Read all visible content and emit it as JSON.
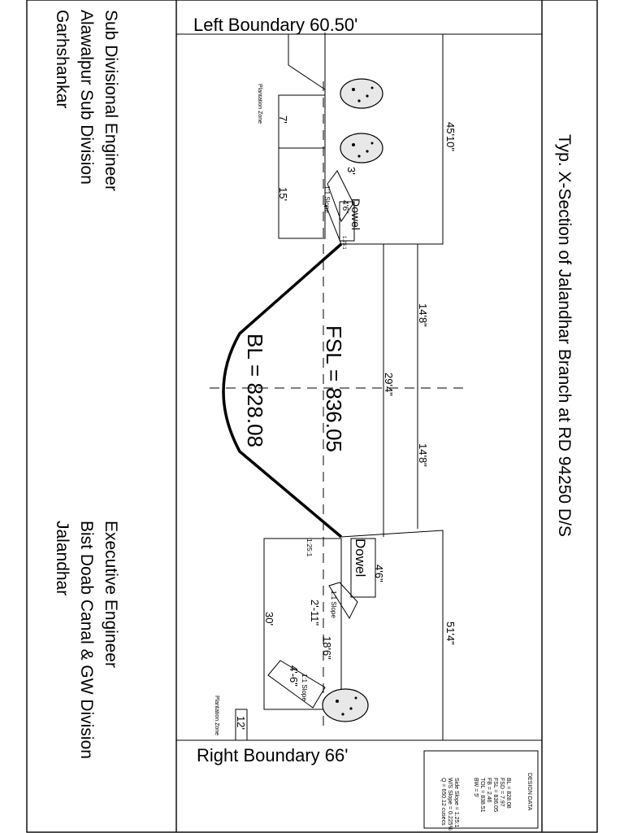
{
  "drawing": {
    "title": "Typ. X-Section of Jalandhar Branch at RD 94250 D/S",
    "left_boundary": "Left Boundary 60.50'",
    "right_boundary": "Right Boundary 66'",
    "fsl_label": "FSL = 836.05",
    "bl_label": "BL = 828.08",
    "left_bank": {
      "plantation_zone": "Plantation Zone",
      "dim_7": "7'",
      "dim_15": "15'",
      "dim_3": "3'",
      "dim_4_6": "4'6\"",
      "slope_1_1": "1:1 Slope",
      "slope_1_25": "1.25:1",
      "dowel": "Dowel",
      "width_total": "45'10\""
    },
    "bed": {
      "half_top_1": "14'8\"",
      "full_top": "29'4\"",
      "half_top_2": "14'8\""
    },
    "right_bank": {
      "slope_1_25": "1:25:1",
      "dowel": "Dowel",
      "dim_4_6": "4'6\"",
      "slope_1_1_a": "1:1 Slope",
      "dim_2_11": "2'-11\"",
      "dim_30": "30'",
      "dim_18_6": "18'6\"",
      "slope_1_1_b": "1:1 Slope",
      "dim_4_6b": "4'-6\"",
      "plantation_zone": "Plantation Zone",
      "dim_12": "12'",
      "width_total": "51'4\""
    },
    "design_data": {
      "heading": "DESIGN DATA",
      "lines": [
        "BL = 828.08",
        "FSD = 7.97",
        "FSL = 836.05",
        "FB = 2.46",
        "TOL = 838.51",
        "BW = 5'",
        "Side Slope = 1.25:1",
        "W/S Slope = 0.225%",
        "Q = 650.12 cusecs"
      ]
    }
  },
  "signatures": {
    "left": [
      "Sub Divisional Engineer",
      "Alawalpur Sub Division",
      "Garhshankar"
    ],
    "right": [
      "Executive Engineer",
      "Bist Doab Canal & GW Division",
      "Jalandhar"
    ]
  }
}
